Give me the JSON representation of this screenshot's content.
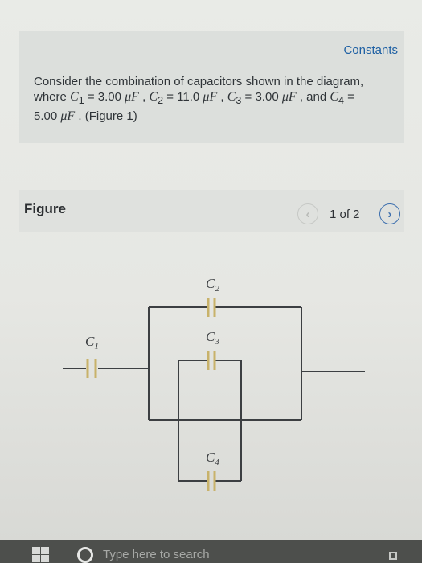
{
  "header": {
    "constants_link": "Constants"
  },
  "problem": {
    "t1": "Consider the combination of capacitors shown in the diagram, where ",
    "c1_sym": "C",
    "c1_sub": "1",
    "t2": " = 3.00 ",
    "u1": "μF",
    "t3": " , ",
    "c2_sym": "C",
    "c2_sub": "2",
    "t4": " = 11.0 ",
    "u2": "μF",
    "t5": " , ",
    "c3_sym": "C",
    "c3_sub": "3",
    "t6": " = 3.00 ",
    "u3": "μF",
    "t7": " , and ",
    "c4_sym": "C",
    "c4_sub": "4",
    "t8": " = 5.00 ",
    "u4": "μF",
    "t9": " . ",
    "figure_ref": "(Figure 1)"
  },
  "figure": {
    "label": "Figure",
    "prev_icon": "chevron-left-icon",
    "next_icon": "chevron-right-icon",
    "count": "1 of 2",
    "prev_glyph": "‹",
    "next_glyph": "›"
  },
  "diagram": {
    "labels": {
      "c1": "C",
      "c1_sub": "1",
      "c2": "C",
      "c2_sub": "2",
      "c3": "C",
      "c3_sub": "3",
      "c4": "C",
      "c4_sub": "4"
    },
    "wire_color": "#3c3f42",
    "plate_color": "#c8b26a"
  },
  "taskbar": {
    "search_placeholder": "Type here to search",
    "start_icon": "windows-logo-icon",
    "search_icon": "cortana-circle-icon",
    "task_icon": "task-view-icon"
  }
}
